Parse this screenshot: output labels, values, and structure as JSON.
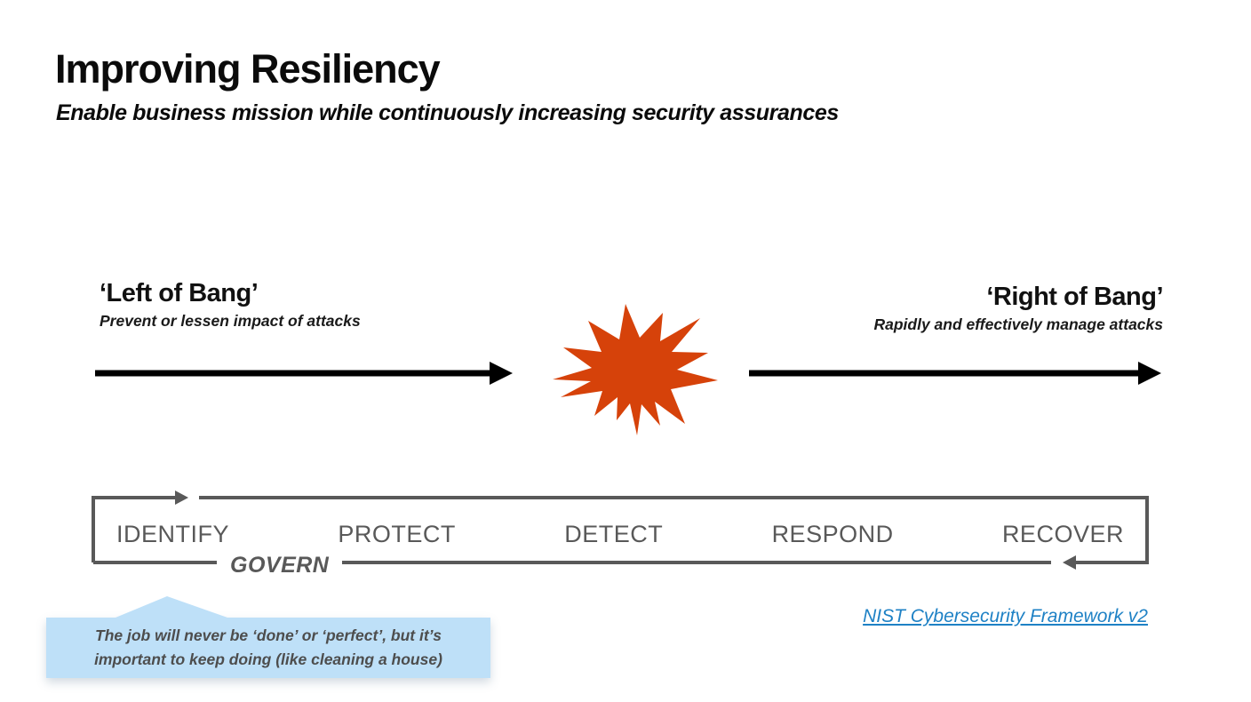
{
  "header": {
    "title": "Improving Resiliency",
    "subtitle": "Enable business mission while continuously increasing security assurances"
  },
  "bang": {
    "left": {
      "heading": "‘Left of Bang’",
      "subheading": "Prevent or lessen impact of attacks"
    },
    "right": {
      "heading": "‘Right of Bang’",
      "subheading": "Rapidly and effectively manage attacks"
    }
  },
  "framework": {
    "functions": [
      "IDENTIFY",
      "PROTECT",
      "DETECT",
      "RESPOND",
      "RECOVER"
    ],
    "govern": "GOVERN"
  },
  "callout": {
    "line1": "The job will never be ‘done’ or ‘perfect’, but it’s",
    "line2": "important to keep doing (like cleaning a house)"
  },
  "footer": {
    "link_label": "NIST Cybersecurity Framework v2"
  },
  "colors": {
    "bang_burst": "#D6420A",
    "arrow_black": "#000000",
    "framework_gray": "#595959",
    "callout_blue": "#BEE0F8",
    "link_blue": "#1E81C5"
  },
  "icons": {
    "burst": "explosion-starburst-icon",
    "cycle_top": "cycle-arrow-right-icon",
    "cycle_bottom": "cycle-arrow-left-icon"
  }
}
